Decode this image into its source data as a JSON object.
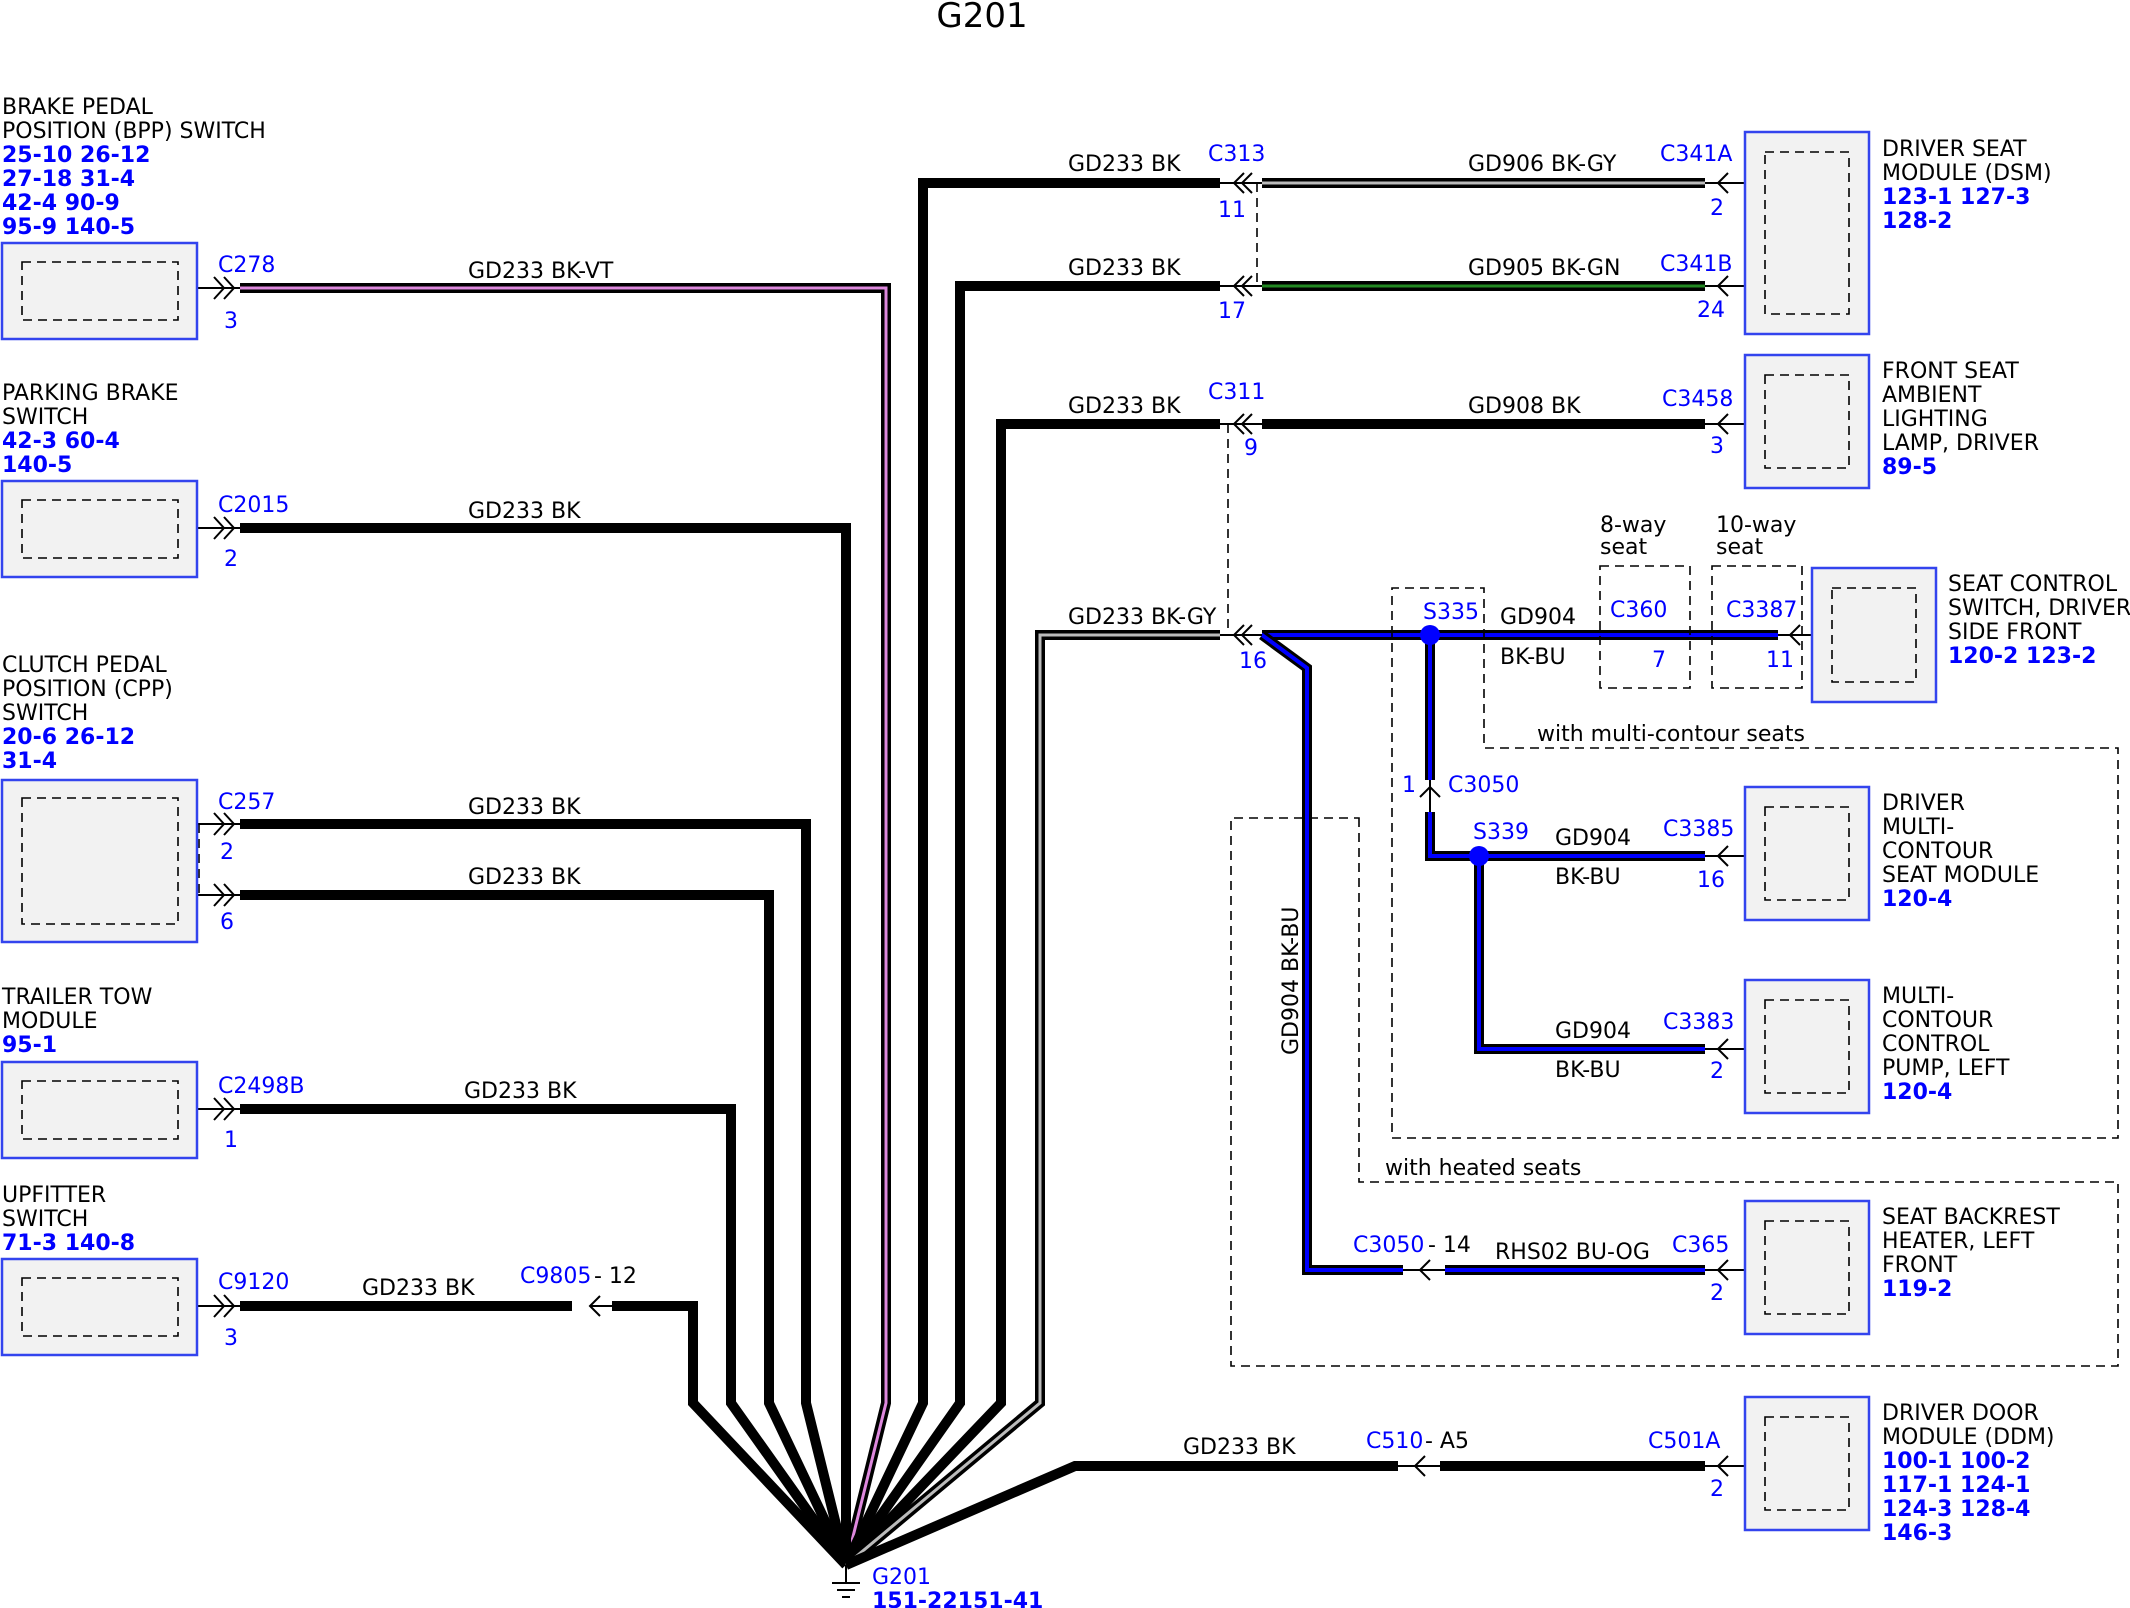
{
  "title": "G201",
  "ground": {
    "label": "G201",
    "refs": "151-22151-41"
  },
  "components": {
    "bpp": {
      "lines": [
        "BRAKE PEDAL",
        "POSITION (BPP) SWITCH"
      ],
      "refs": [
        "25-10 26-12",
        "27-18 31-4",
        "42-4   90-9",
        "95-9   140-5"
      ]
    },
    "pbs": {
      "lines": [
        "PARKING BRAKE",
        "SWITCH"
      ],
      "refs": [
        "42-3   60-4",
        "140-5"
      ]
    },
    "cpp": {
      "lines": [
        "CLUTCH PEDAL",
        "POSITION (CPP)",
        "SWITCH"
      ],
      "refs": [
        "20-6   26-12",
        "31-4"
      ]
    },
    "ttm": {
      "lines": [
        "TRAILER TOW",
        "MODULE"
      ],
      "refs": [
        "95-1"
      ]
    },
    "ups": {
      "lines": [
        "UPFITTER",
        "SWITCH"
      ],
      "refs": [
        "71-3   140-8"
      ]
    },
    "dsm": {
      "lines": [
        "DRIVER SEAT",
        "MODULE (DSM)"
      ],
      "refs": [
        "123-1 127-3",
        "128-2"
      ]
    },
    "fsal": {
      "lines": [
        "FRONT SEAT",
        "AMBIENT",
        "LIGHTING",
        "LAMP, DRIVER"
      ],
      "refs": [
        "89-5"
      ]
    },
    "scs": {
      "lines": [
        "SEAT CONTROL",
        "SWITCH, DRIVER",
        "SIDE FRONT"
      ],
      "refs": [
        "120-2 123-2"
      ]
    },
    "dmcsm": {
      "lines": [
        "DRIVER",
        "MULTI-",
        "CONTOUR",
        "SEAT MODULE"
      ],
      "refs": [
        "120-4"
      ]
    },
    "mccp": {
      "lines": [
        "MULTI-",
        "CONTOUR",
        "CONTROL",
        "PUMP, LEFT"
      ],
      "refs": [
        "120-4"
      ]
    },
    "sbh": {
      "lines": [
        "SEAT BACKREST",
        "HEATER, LEFT",
        "FRONT"
      ],
      "refs": [
        "119-2"
      ]
    },
    "ddm": {
      "lines": [
        "DRIVER DOOR",
        "MODULE (DDM)"
      ],
      "refs": [
        "100-1 100-2",
        "117-1 124-1",
        "124-3 128-4",
        "146-3"
      ]
    }
  },
  "connectors": {
    "c278": "C278",
    "c278_pin": "3",
    "c2015": "C2015",
    "c2015_pin": "2",
    "c257": "C257",
    "c257_pin1": "2",
    "c257_pin2": "6",
    "c2498b": "C2498B",
    "c2498b_pin": "1",
    "c9120": "C9120",
    "c9120_pin": "3",
    "c9805": "C9805",
    "c9805_pin": "- 12",
    "c313": "C313",
    "c313_pin1": "11",
    "c313_pin2": "17",
    "c341a": "C341A",
    "c341a_pin": "2",
    "c341b": "C341B",
    "c341b_pin": "24",
    "c311": "C311",
    "c311_pin1": "9",
    "c311_pin2": "16",
    "c3458": "C3458",
    "c3458_pin": "3",
    "c360": "C360",
    "c360_pin": "7",
    "c3387": "C3387",
    "c3387_pin": "11",
    "c3050": "C3050",
    "c3050_pin": "1",
    "c3050b": "C3050",
    "c3050b_pin": "- 14",
    "c3385": "C3385",
    "c3385_pin": "16",
    "c3383": "C3383",
    "c3383_pin": "2",
    "c365": "C365",
    "c365_pin": "2",
    "c510": "C510",
    "c510_pin": "- A5",
    "c501a": "C501A",
    "c501a_pin": "2"
  },
  "splices": {
    "s335": "S335",
    "s339": "S339"
  },
  "wires": {
    "w_c278": "GD233  BK-VT",
    "w_c2015": "GD233  BK",
    "w_c257a": "GD233  BK",
    "w_c257b": "GD233  BK",
    "w_c2498b": "GD233  BK",
    "w_c9120": "GD233 BK",
    "w_c313a": "GD233  BK",
    "w_c313b": "GD233  BK",
    "w_gd906": "GD906  BK-GY",
    "w_gd905": "GD905  BK-GN",
    "w_c311": "GD233  BK",
    "w_gd908": "GD908  BK",
    "w_bkgy": "GD233  BK-GY",
    "w_gd904a": "GD904",
    "w_gd904a2": "BK-BU",
    "w_gd904b": "GD904",
    "w_gd904b2": "BK-BU",
    "w_gd904c": "GD904",
    "w_gd904c2": "BK-BU",
    "w_gd904v": "GD904    BK-BU",
    "w_rhs02": "RHS02  BU-OG",
    "w_ddm": "GD233  BK"
  },
  "notes": {
    "way8": [
      "8-way",
      "seat"
    ],
    "way10": [
      "10-way",
      "seat"
    ],
    "multicontour": "with multi-contour seats",
    "heated": "with heated seats"
  },
  "colors": {
    "black": "#000000",
    "blue": "#0000ff",
    "violet": "#dd88dd",
    "gray": "#bbbbbb",
    "green": "#228822",
    "box_fill": "#f2f2f2",
    "box_stroke": "#3344ee"
  }
}
